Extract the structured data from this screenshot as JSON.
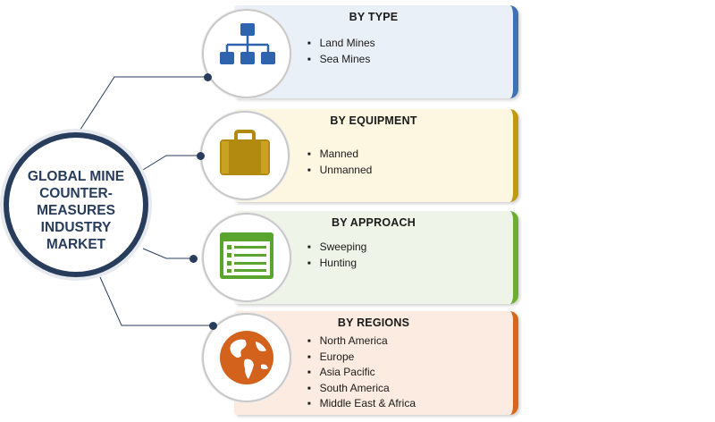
{
  "center": {
    "title": "GLOBAL MINE\nCOUNTER-\nMEASURES\nINDUSTRY\nMARKET"
  },
  "segments": [
    {
      "title": "BY TYPE",
      "items": [
        "Land Mines",
        "Sea Mines"
      ],
      "accent": "#3f72b5",
      "fill": "#e9f0f8",
      "icon": "hierarchy-icon"
    },
    {
      "title": "BY EQUIPMENT",
      "items": [
        "Manned",
        "Unmanned"
      ],
      "accent": "#c29a10",
      "fill": "#fdf6e1",
      "icon": "briefcase-icon"
    },
    {
      "title": "BY APPROACH",
      "items": [
        "Sweeping",
        "Hunting"
      ],
      "accent": "#6aae35",
      "fill": "#eef5e8",
      "icon": "list-window-icon"
    },
    {
      "title": "BY REGIONS",
      "items": [
        "North America",
        "Europe",
        "Asia Pacific",
        "South America",
        "Middle East & Africa"
      ],
      "accent": "#d8661e",
      "fill": "#fbebe0",
      "icon": "globe-icon"
    }
  ],
  "colors": {
    "hub": "#283c5c",
    "connector": "#283c5c"
  }
}
